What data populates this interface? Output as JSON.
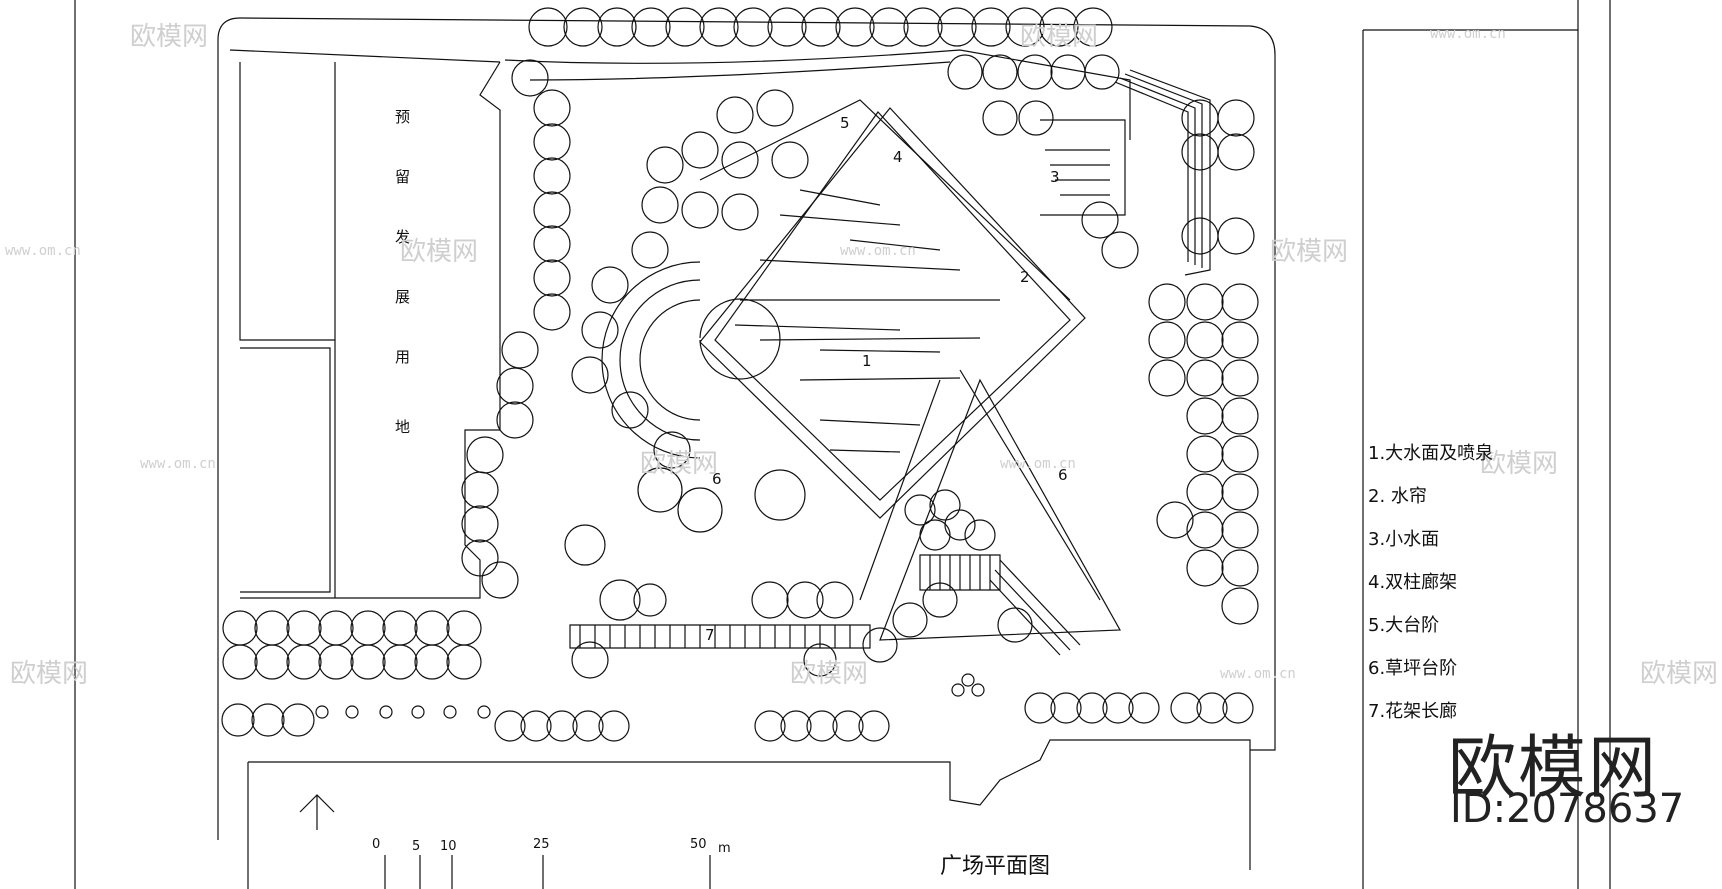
{
  "plan": {
    "reserved_land_text": "预留发展用地",
    "area_numbers": [
      "1",
      "2",
      "3",
      "4",
      "5",
      "6",
      "6",
      "7"
    ]
  },
  "legend": {
    "items": [
      "1.大水面及喷泉",
      "2. 水帘",
      "3.小水面",
      "4.双柱廊架",
      "5.大台阶",
      "6.草坪台阶",
      "7.花架长廊"
    ]
  },
  "scale_bar": {
    "ticks": [
      "0",
      "5",
      "10",
      "25",
      "50"
    ],
    "unit": "m"
  },
  "drawing_title": "广场平面图",
  "watermark": {
    "brand": "欧模网",
    "id": "ID:2078637",
    "url": "www.om.cn"
  },
  "colors": {
    "line": "#111111",
    "watermark": "#cfcfcf",
    "background": "#ffffff"
  }
}
